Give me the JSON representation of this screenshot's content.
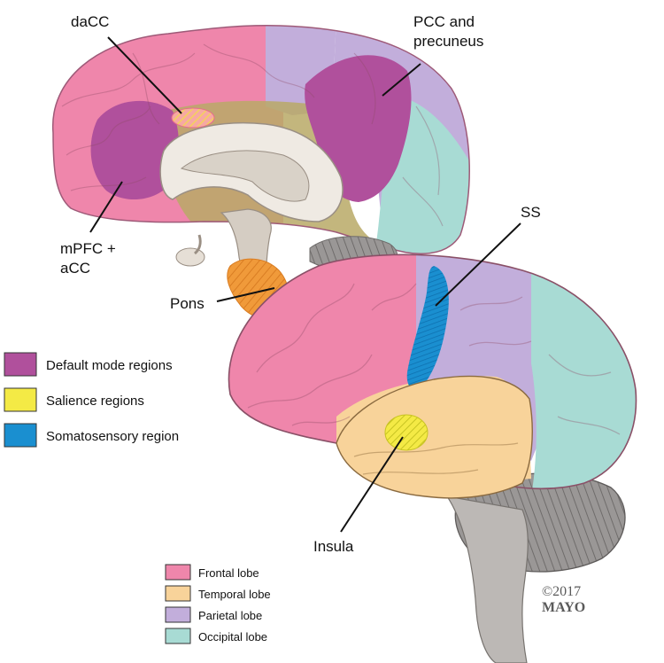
{
  "labels": {
    "dacc": "daCC",
    "pcc_line1": "PCC and",
    "pcc_line2": "precuneus",
    "mpfc_line1": "mPFC +",
    "mpfc_line2": "aCC",
    "pons": "Pons",
    "ss": "SS",
    "insula": "Insula"
  },
  "function_legend": [
    {
      "label": "Default mode regions",
      "color": "#b0509c"
    },
    {
      "label": "Salience regions",
      "color": "#f4ea45"
    },
    {
      "label": "Somatosensory region",
      "color": "#1a8fd0"
    }
  ],
  "lobe_legend": [
    {
      "label": "Frontal lobe",
      "color": "#ef86ab"
    },
    {
      "label": "Temporal lobe",
      "color": "#f8d39a"
    },
    {
      "label": "Parietal lobe",
      "color": "#c2aedb"
    },
    {
      "label": "Occipital lobe",
      "color": "#a8dbd4"
    }
  ],
  "copyright": {
    "line1": "©2017",
    "line2": "MAYO"
  },
  "colors": {
    "frontal": "#ef86ab",
    "temporal": "#f8d39a",
    "parietal": "#c2aedb",
    "occipital": "#a8dbd4",
    "default_mode": "#b0509c",
    "salience": "#f4ea45",
    "somatosensory": "#1a8fd0",
    "pons": "#f09a3a",
    "cerebellum": "#8d8a89",
    "olive_overlay": "#b8a966"
  }
}
